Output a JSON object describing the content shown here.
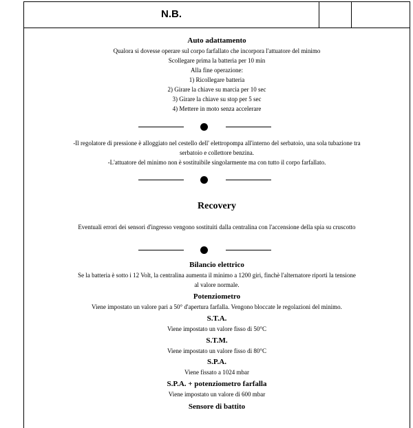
{
  "header": {
    "title": "N.B."
  },
  "auto": {
    "title": "Auto adattamento",
    "lines": [
      "Qualora si dovesse operare sul corpo farfallato che incorpora l'attuatore del minimo",
      "Scollegare prima la batteria per 10 min",
      "Alla fine operazione:",
      "1) Ricollegare batteria",
      "2) Girare la chiave su marcia per 10 sec",
      "3) Girare la chiave su stop per 5 sec",
      "4) Mettere in moto senza accelerare"
    ]
  },
  "notes": {
    "lines": [
      "-Il regolatore di pressione è alloggiato nel cestello dell' elettropompa all'interno del serbatoio, una sola tubazione tra",
      "serbatoio e collettore benzina.",
      "-L'attuatore del minimo non è sostituibile singolarmente ma con tutto il corpo farfallato."
    ]
  },
  "recovery": {
    "title": "Recovery",
    "text": "Eventuali errori dei sensori d'ingresso vengono sostituiti dalla centralina con l'accensione della spia su cruscotto"
  },
  "items": [
    {
      "title": "Bilancio elettrico",
      "lines": [
        "Se la batteria è sotto i 12 Volt, la centralina aumenta il minimo a 1200 giri, finchè l'alternatore riporti la tensione",
        "al valore normale."
      ]
    },
    {
      "title": "Potenziometro",
      "lines": [
        "Viene impostato un valore pari a 50°  d'apertura farfalla. Vengono bloccate le regolazioni del minimo."
      ]
    },
    {
      "title": "S.T.A.",
      "lines": [
        "Viene impostato un valore fisso di 50°C"
      ]
    },
    {
      "title": "S.T.M.",
      "lines": [
        "Viene impostato un valore fisso di 80°C"
      ]
    },
    {
      "title": "S.P.A.",
      "lines": [
        "Viene fissato a 1024 mbar"
      ]
    },
    {
      "title": "S.P.A. + potenziometro farfalla",
      "lines": [
        "Viene impostato un valore di 600 mbar"
      ]
    },
    {
      "title": "Sensore di battito",
      "lines": []
    }
  ]
}
